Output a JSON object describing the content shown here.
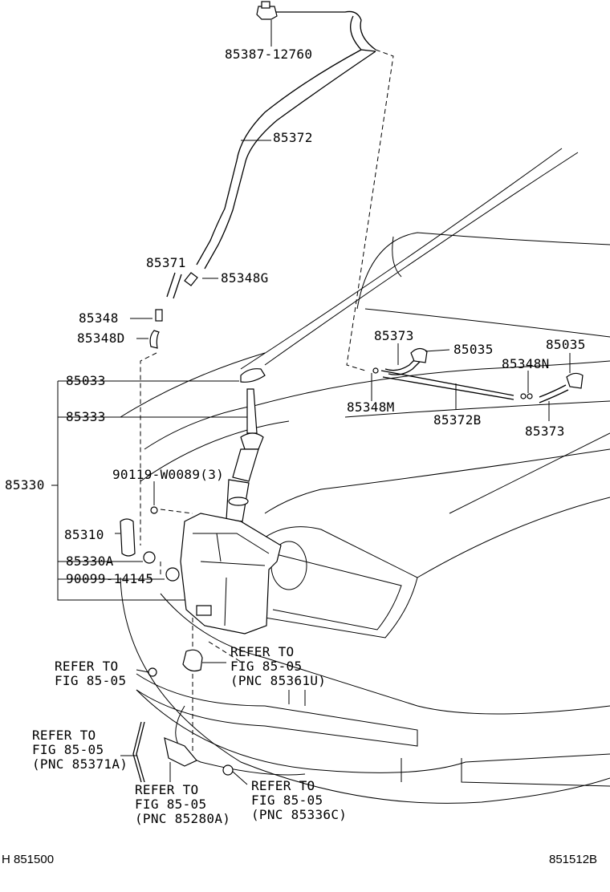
{
  "labels": {
    "p85387": "85387-12760",
    "p85372": "85372",
    "p85371": "85371",
    "p85348G": "85348G",
    "p85348": "85348",
    "p85348D": "85348D",
    "p85033": "85033",
    "p85333": "85333",
    "p85330": "85330",
    "p90119": "90119-W0089(3)",
    "p85310": "85310",
    "p85330A": "85330A",
    "p90099": "90099-14145",
    "p85373a": "85373",
    "p85035a": "85035",
    "p85035b": "85035",
    "p85348N": "85348N",
    "p85348M": "85348M",
    "p85372B": "85372B",
    "p85373b": "85373"
  },
  "refers": {
    "r1": [
      "REFER TO",
      "FIG 85-05",
      "(PNC 85361U)"
    ],
    "r2": [
      "REFER TO",
      "FIG 85-05"
    ],
    "r3": [
      "REFER TO",
      "FIG 85-05",
      "(PNC 85371A)"
    ],
    "r4": [
      "REFER TO",
      "FIG 85-05",
      "(PNC 85280A)"
    ],
    "r5": [
      "REFER TO",
      "FIG 85-05",
      "(PNC 85336C)"
    ]
  },
  "footer": {
    "left": "H 851500",
    "right": "851512B"
  }
}
